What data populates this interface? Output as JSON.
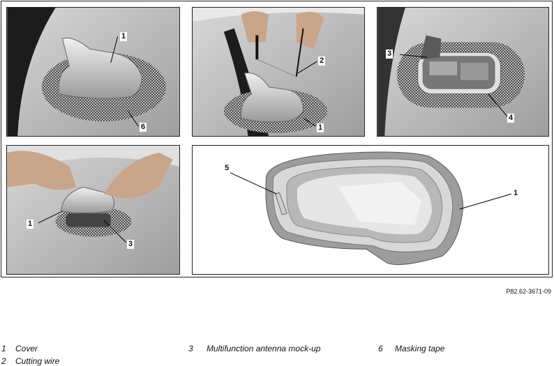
{
  "figure_code": "P82.62-3671-09",
  "panels": {
    "p1": {
      "callouts": [
        "1",
        "6"
      ]
    },
    "p2": {
      "callouts": [
        "2",
        "1"
      ]
    },
    "p3": {
      "callouts": [
        "3",
        "4"
      ]
    },
    "p4": {
      "callouts": [
        "1",
        "3"
      ]
    },
    "p5": {
      "callouts": [
        "5",
        "1"
      ]
    }
  },
  "legend": [
    {
      "num": "1",
      "text": "Cover"
    },
    {
      "num": "2",
      "text": "Cutting wire"
    },
    {
      "num": "3",
      "text": "Multifunction antenna mock-up"
    },
    {
      "num": "6",
      "text": "Masking tape"
    }
  ]
}
